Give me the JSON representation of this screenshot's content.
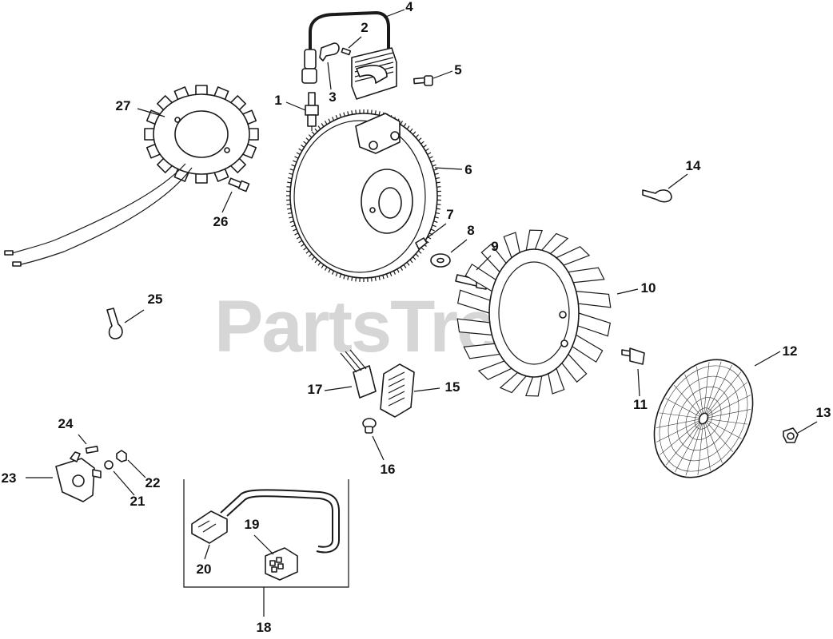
{
  "watermark": "PartsTree",
  "callouts": [
    {
      "id": "1",
      "label": "1"
    },
    {
      "id": "2",
      "label": "2"
    },
    {
      "id": "3",
      "label": "3"
    },
    {
      "id": "4",
      "label": "4"
    },
    {
      "id": "5",
      "label": "5"
    },
    {
      "id": "6",
      "label": "6"
    },
    {
      "id": "7",
      "label": "7"
    },
    {
      "id": "8",
      "label": "8"
    },
    {
      "id": "9",
      "label": "9"
    },
    {
      "id": "10",
      "label": "10"
    },
    {
      "id": "11",
      "label": "11"
    },
    {
      "id": "12",
      "label": "12"
    },
    {
      "id": "13",
      "label": "13"
    },
    {
      "id": "14",
      "label": "14"
    },
    {
      "id": "15",
      "label": "15"
    },
    {
      "id": "16",
      "label": "16"
    },
    {
      "id": "17",
      "label": "17"
    },
    {
      "id": "18",
      "label": "18"
    },
    {
      "id": "19",
      "label": "19"
    },
    {
      "id": "20",
      "label": "20"
    },
    {
      "id": "21",
      "label": "21"
    },
    {
      "id": "22",
      "label": "22"
    },
    {
      "id": "23",
      "label": "23"
    },
    {
      "id": "24",
      "label": "24"
    },
    {
      "id": "25",
      "label": "25"
    },
    {
      "id": "26",
      "label": "26"
    },
    {
      "id": "27",
      "label": "27"
    }
  ]
}
